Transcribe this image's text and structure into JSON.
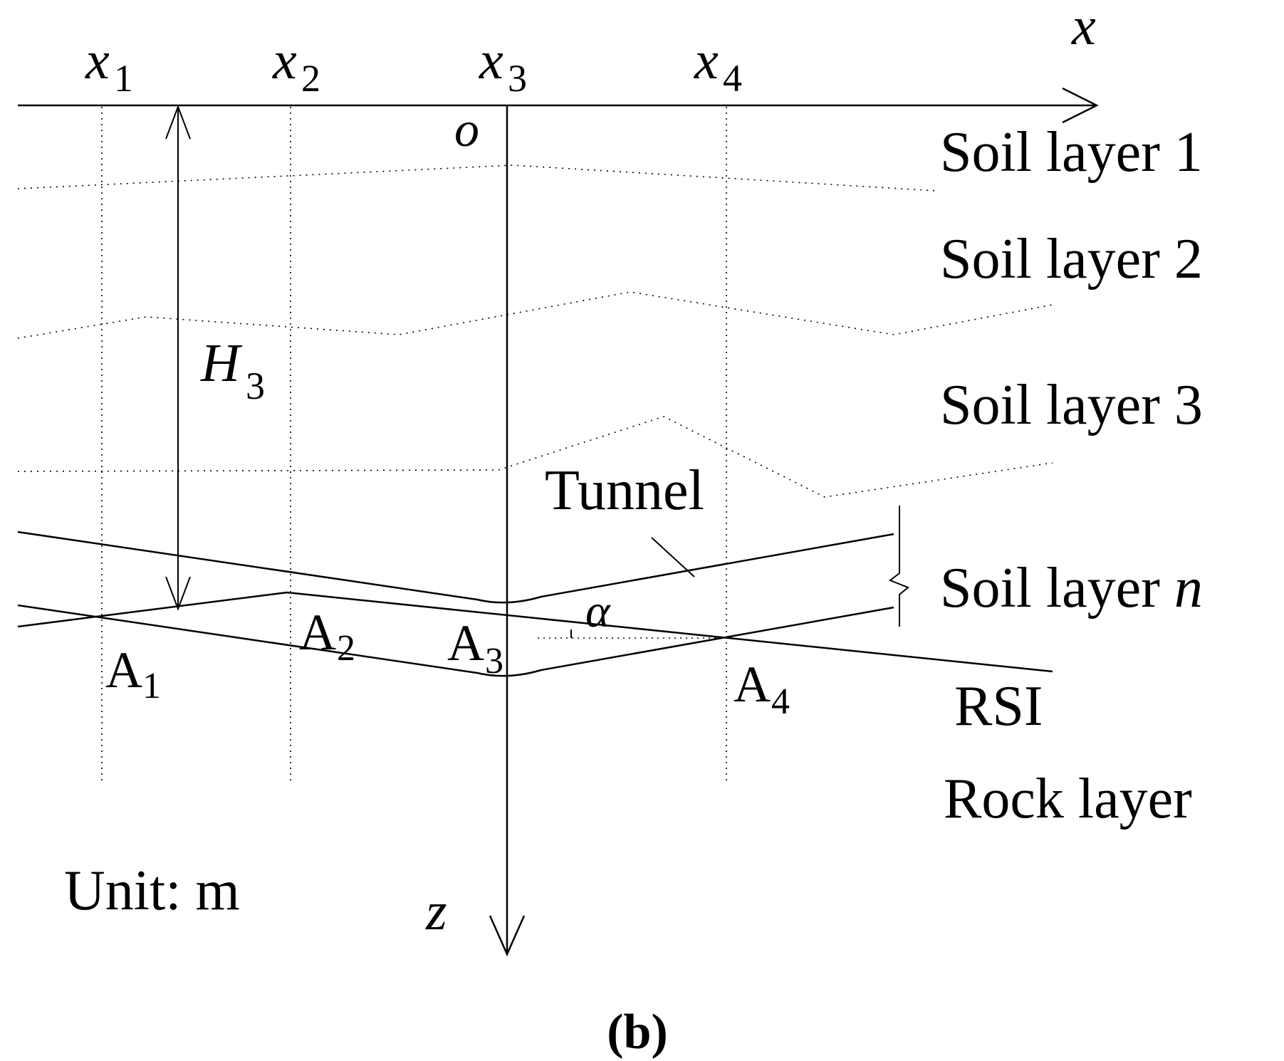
{
  "axes": {
    "x_label": "x",
    "z_label": "z",
    "origin_label": "o"
  },
  "ticks": [
    {
      "base": "x",
      "sub": "1"
    },
    {
      "base": "x",
      "sub": "2"
    },
    {
      "base": "x",
      "sub": "3"
    },
    {
      "base": "x",
      "sub": "4"
    }
  ],
  "depth_label": {
    "base": "H",
    "sub": "3"
  },
  "layers": {
    "soil1": "Soil layer 1",
    "soil2": "Soil layer 2",
    "soil3": "Soil layer 3",
    "soiln_prefix": "Soil layer ",
    "soiln_italic": "n",
    "interface": "RSI",
    "rock": "Rock layer"
  },
  "tunnel_label": "Tunnel",
  "angle_label": "α",
  "points": [
    {
      "base": "A",
      "sub": "1"
    },
    {
      "base": "A",
      "sub": "2"
    },
    {
      "base": "A",
      "sub": "3"
    },
    {
      "base": "A",
      "sub": "4"
    }
  ],
  "unit_label": "Unit: m",
  "panel_label": "(b)"
}
